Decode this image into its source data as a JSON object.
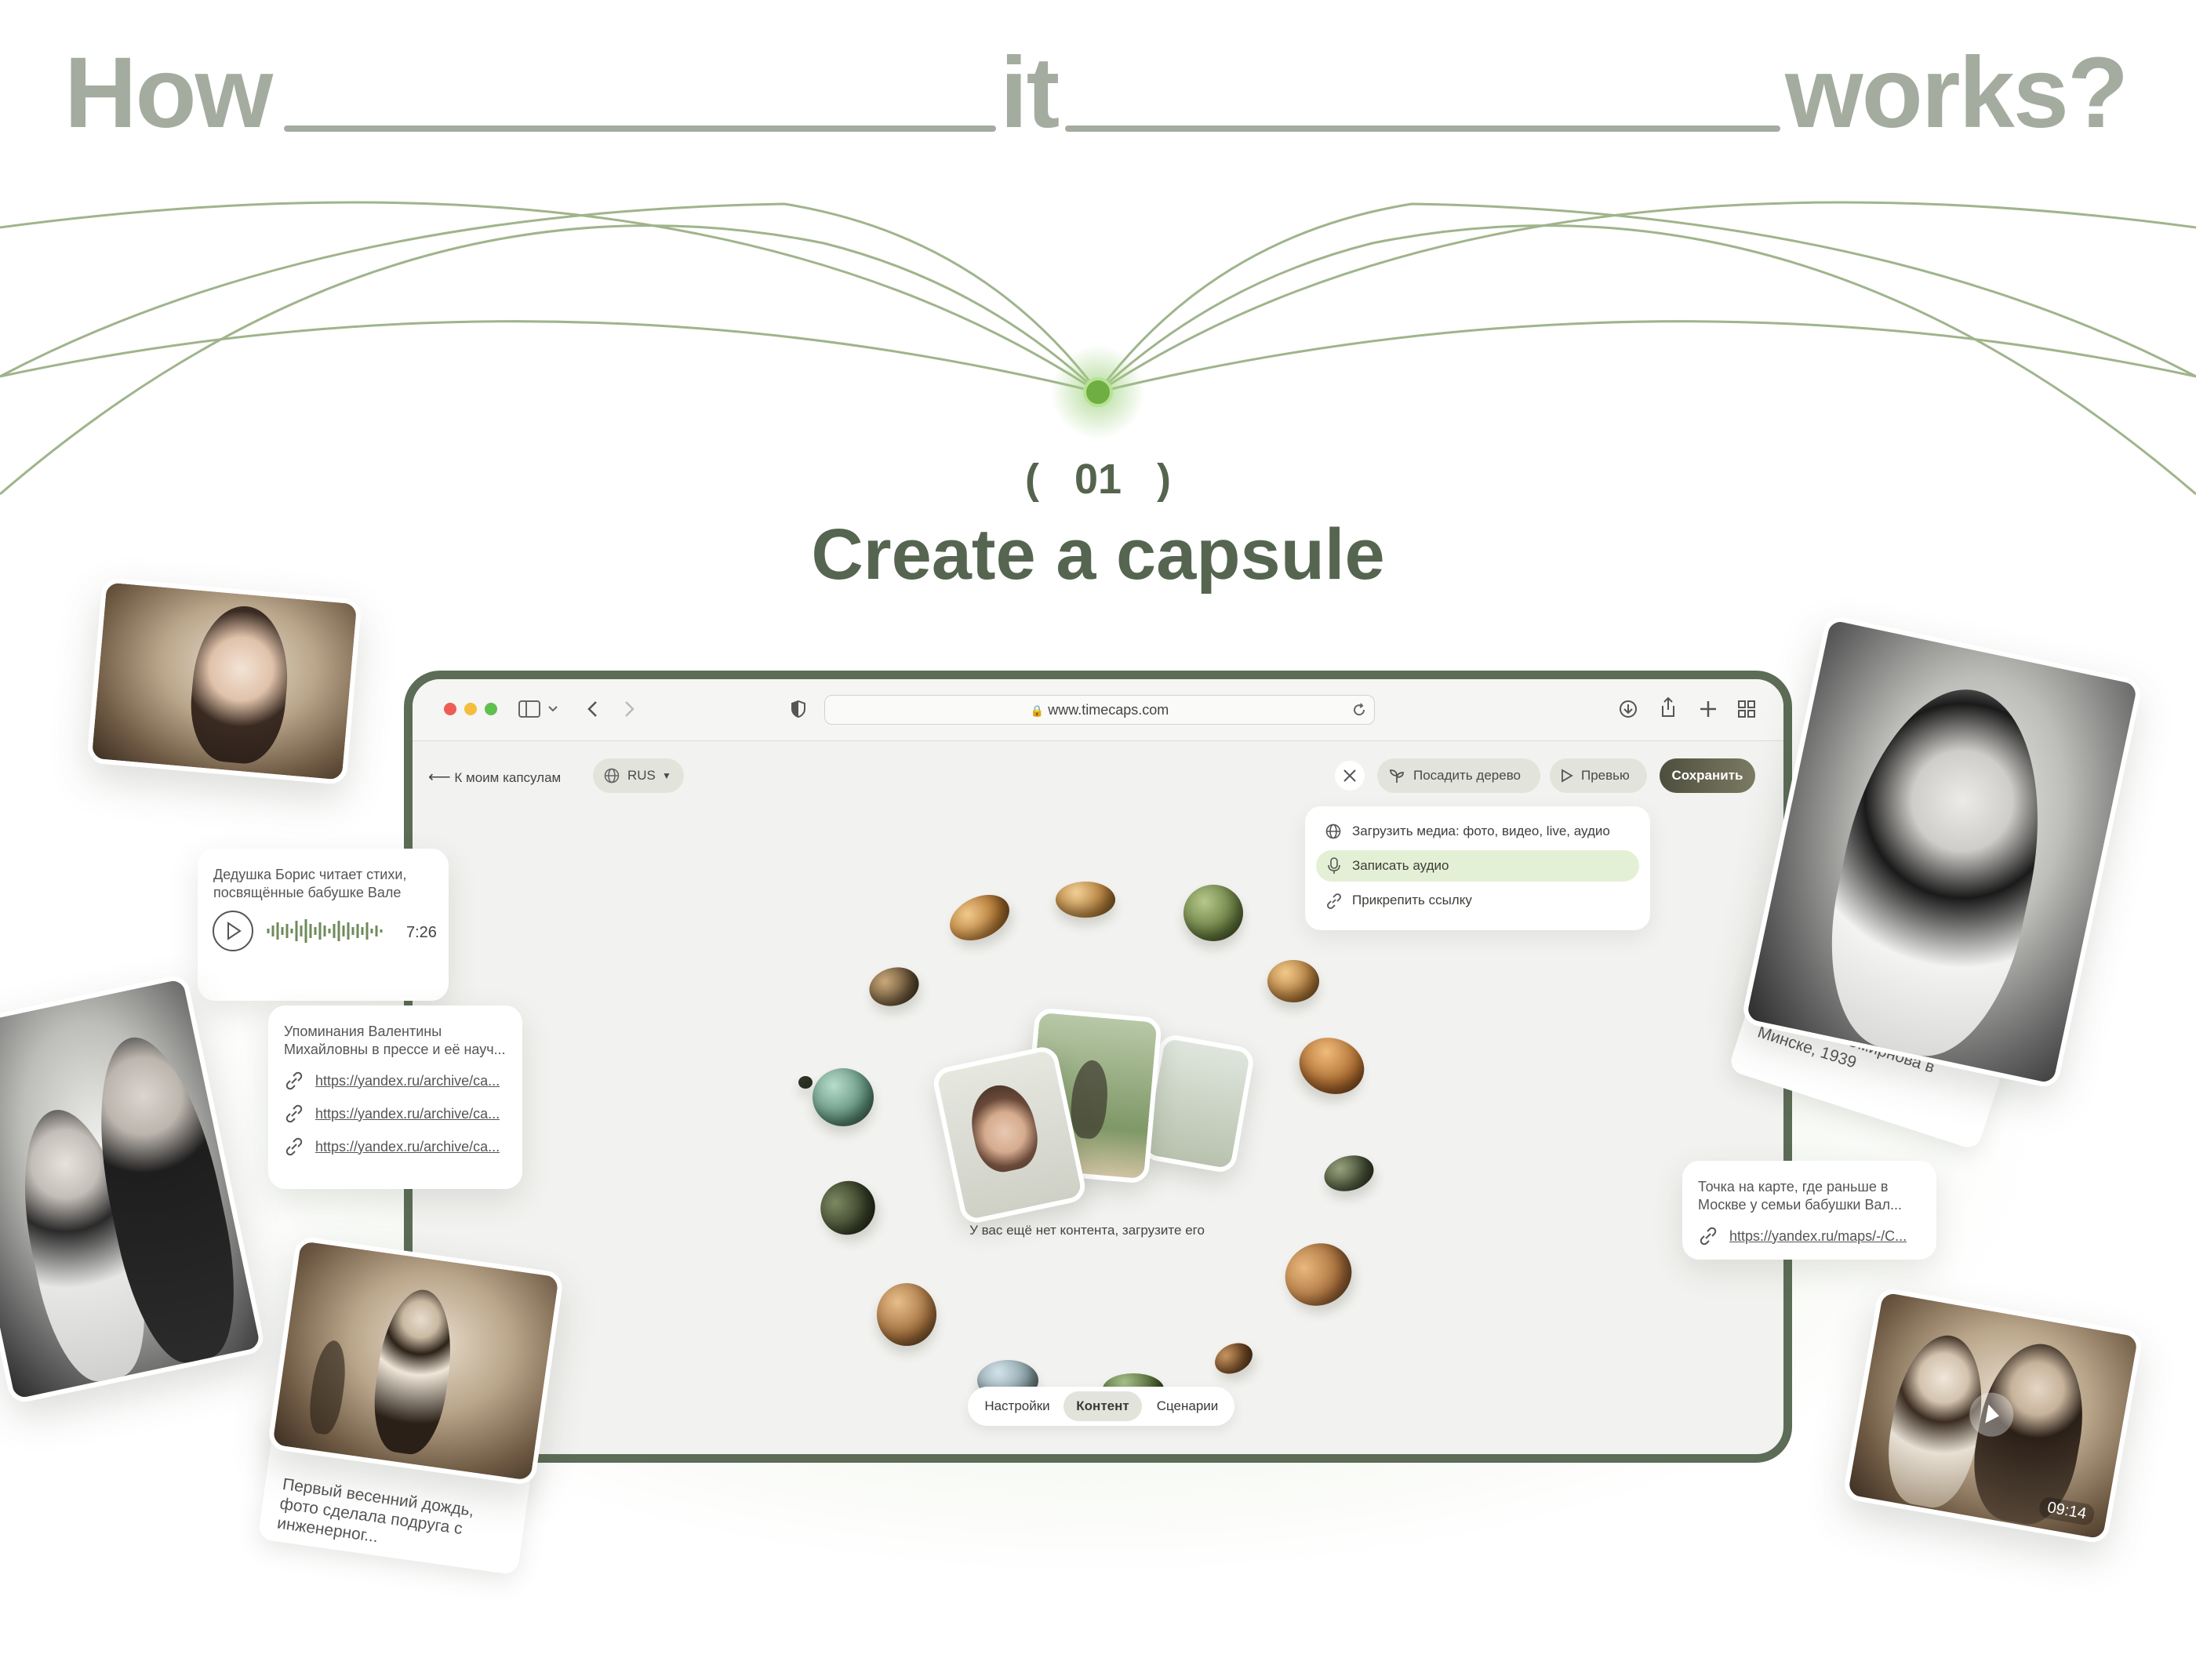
{
  "heading": {
    "w1": "How",
    "w2": "it",
    "w3": "works?"
  },
  "step": {
    "open": "(",
    "number": "01",
    "close": ")"
  },
  "title": "Create a capsule",
  "browser": {
    "url": "www.timecaps.com",
    "back_link": "К моим капсулам",
    "language": "RUS",
    "plant_tree": "Посадить дерево",
    "preview": "Превью",
    "save": "Сохранить",
    "menu": [
      {
        "label": "Загрузить медиа: фото, видео, live, аудио",
        "icon": "globe-icon"
      },
      {
        "label": "Записать аудио",
        "icon": "microphone-icon"
      },
      {
        "label": "Прикрепить ссылку",
        "icon": "link-icon"
      }
    ],
    "empty_text": "У вас ещё нет контента, загрузите его",
    "tabs": [
      "Настройки",
      "Контент",
      "Сценарии"
    ],
    "active_tab": "Контент"
  },
  "audio_card": {
    "text": "Дедушка Борис читает стихи, посвящённые бабушке Вале",
    "duration": "7:26"
  },
  "press_card": {
    "text": "Упоминания Валентины Михайловны в прессе и её науч...",
    "links": [
      "https://yandex.ru/archive/ca...",
      "https://yandex.ru/archive/ca...",
      "https://yandex.ru/archive/ca..."
    ]
  },
  "map_card": {
    "text": "Точка на карте, где раньше в Москве у семьи бабушки Вал...",
    "link": "https://yandex.ru/maps/-/C..."
  },
  "caption_right": "Валентина Смирнова в Минске, 1939",
  "caption_left": "Первый весенний дождь, фото сделала подруга с инженерног...",
  "video_duration": "09:14",
  "colors": {
    "accent": "#5c6c56",
    "heading": "#a4aca0",
    "title": "#556550",
    "save": "#66664f"
  }
}
